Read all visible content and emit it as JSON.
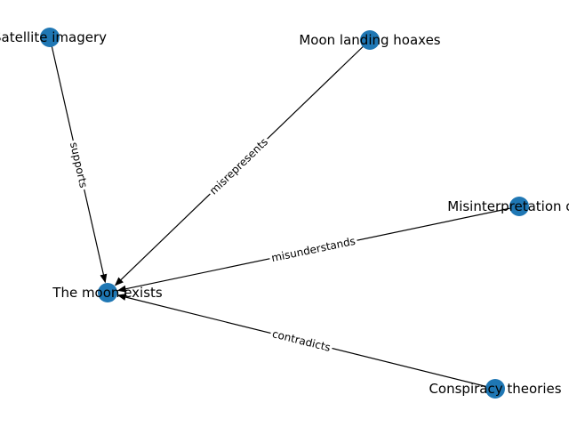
{
  "graph": {
    "nodes": [
      {
        "id": "moon",
        "label": "The moon exists"
      },
      {
        "id": "satellite",
        "label": "Satellite imagery"
      },
      {
        "id": "hoaxes",
        "label": "Moon landing hoaxes"
      },
      {
        "id": "misinterp",
        "label": "Misinterpretation of e"
      },
      {
        "id": "conspiracy",
        "label": "Conspiracy theories"
      }
    ],
    "edges": [
      {
        "id": "e1",
        "source": "satellite",
        "target": "moon",
        "label": "supports"
      },
      {
        "id": "e2",
        "source": "hoaxes",
        "target": "moon",
        "label": "misrepresents"
      },
      {
        "id": "e3",
        "source": "misinterp",
        "target": "moon",
        "label": "misunderstands"
      },
      {
        "id": "e4",
        "source": "conspiracy",
        "target": "moon",
        "label": "contradicts"
      }
    ],
    "colors": {
      "node": "#1f77b4",
      "edge": "#000000",
      "text": "#000000",
      "background": "#ffffff"
    }
  }
}
